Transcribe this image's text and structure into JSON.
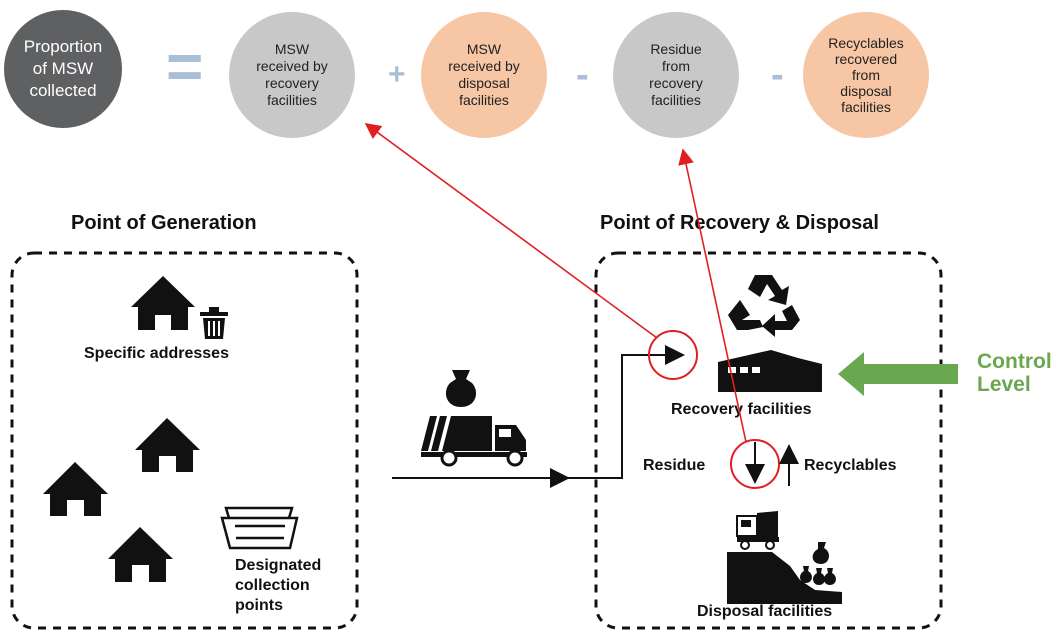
{
  "equation": {
    "lhs": "Proportion\nof MSW\ncollected",
    "equals": "=",
    "term1": "MSW\nreceived by\nrecovery\nfacilities",
    "plus": "+",
    "term2": "MSW\nreceived by\ndisposal\nfacilities",
    "minus1": "-",
    "term3": "Residue\nfrom\nrecovery\nfacilities",
    "minus2": "-",
    "term4": "Recyclables\nrecovered\nfrom\ndisposal\nfacilities"
  },
  "generation": {
    "title": "Point of Generation",
    "specific_addresses": "Specific addresses",
    "designated_points": "Designated\ncollection\npoints"
  },
  "recovery": {
    "title": "Point of Recovery & Disposal",
    "recovery_facilities": "Recovery facilities",
    "residue": "Residue",
    "recyclables": "Recyclables",
    "disposal_facilities": "Disposal facilities"
  },
  "control": {
    "label": "Control\nLevel"
  },
  "colors": {
    "dark_circle": "#5f6062",
    "grey_circle": "#c8c8c8",
    "peach_circle": "#f7c6a5",
    "operator": "#a9bfd6",
    "red_line": "#e02020",
    "control_green": "#6aa84f"
  },
  "icons": [
    "house-icon",
    "trash-bin-icon",
    "skip-container-icon",
    "garbage-bag-icon",
    "garbage-truck-icon",
    "recycle-icon",
    "factory-icon",
    "landfill-icon"
  ]
}
